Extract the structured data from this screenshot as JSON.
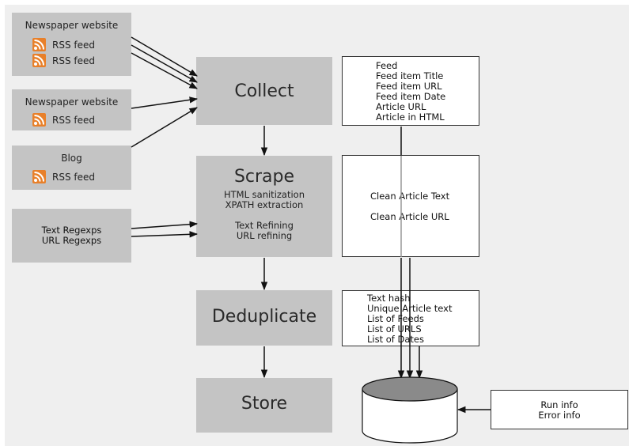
{
  "sources": {
    "news1": {
      "title": "Newspaper website",
      "feeds": [
        "RSS feed",
        "RSS feed"
      ]
    },
    "news2": {
      "title": "Newspaper website",
      "feeds": [
        "RSS feed"
      ]
    },
    "blog": {
      "title": "Blog",
      "feeds": [
        "RSS feed"
      ]
    },
    "regex": {
      "lines": [
        "Text Regexps",
        "URL Regexps"
      ]
    }
  },
  "stages": {
    "collect": {
      "title": "Collect"
    },
    "scrape": {
      "title": "Scrape",
      "lines": [
        "HTML sanitization",
        "XPATH extraction",
        "",
        "Text Refining",
        "URL refining"
      ]
    },
    "deduplicate": {
      "title": "Deduplicate"
    },
    "store": {
      "title": "Store"
    }
  },
  "data_boxes": {
    "collect_out": [
      "Feed",
      "Feed item Title",
      "Feed item URL",
      "Feed item Date",
      "Article URL",
      "Article in HTML"
    ],
    "scrape_out": [
      "Clean Article Text",
      "Clean Article URL"
    ],
    "dedup_out": [
      "Text hash",
      "Unique Article text",
      "List of Feeds",
      "List of URLS",
      "List of Dates"
    ],
    "run_info": [
      "Run info",
      "Error info"
    ]
  },
  "icons": {
    "rss": "rss-feed-icon"
  },
  "colors": {
    "stage_fill": "#c4c4c4",
    "rss_orange": "#e8802a",
    "db_top": "#8a8a8a"
  }
}
